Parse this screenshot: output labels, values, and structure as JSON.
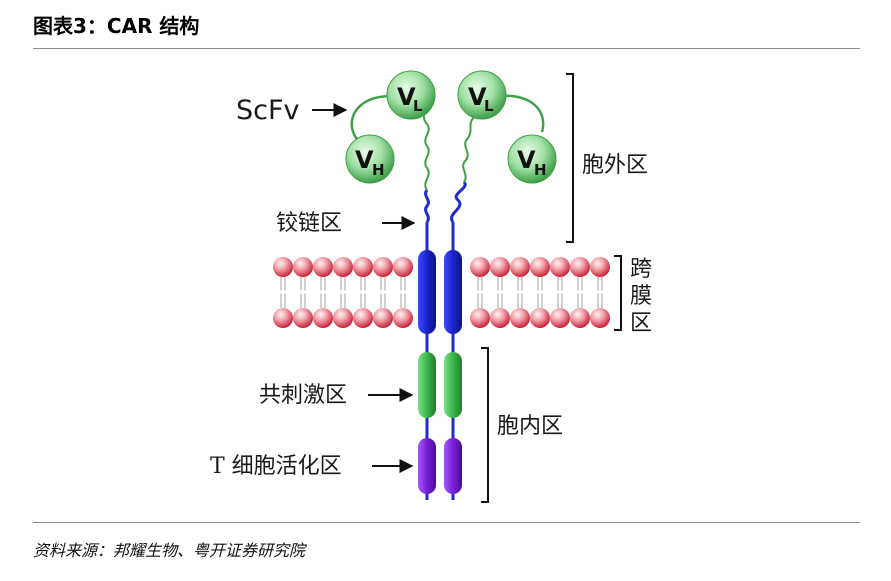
{
  "header": {
    "title": "图表3：CAR 结构"
  },
  "diagram": {
    "domain_labels": {
      "scfv": "ScFv",
      "hinge": "铰链区",
      "extracellular": "胞外区",
      "transmembrane": [
        "跨",
        "膜",
        "区"
      ],
      "costim": "共刺激区",
      "intracellular": "胞内区",
      "tcell_activation": "T 细胞活化区"
    },
    "vl_label": "V",
    "vl_sub": "L",
    "vh_label": "V",
    "vh_sub": "H",
    "colors": {
      "domain_green": "#7fd084",
      "membrane_red": "#e86a78",
      "hinge_blue": "#1f2bd0",
      "costim_green": "#3cb54a",
      "activation_purple": "#7a1fd6"
    }
  },
  "footer": {
    "source": "资料来源：邦耀生物、粤开证券研究院"
  }
}
